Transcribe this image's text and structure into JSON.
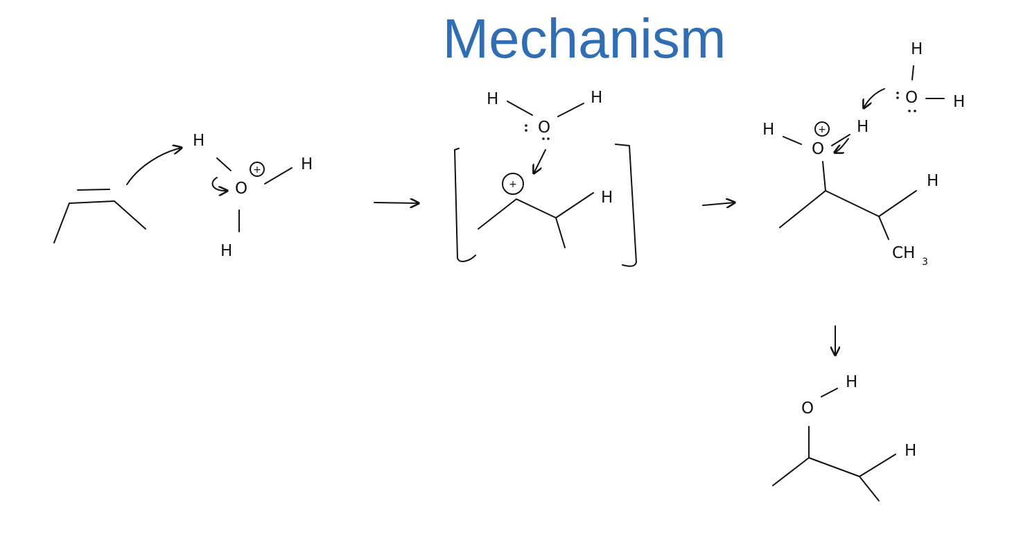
{
  "slide": {
    "title": "Mechanism",
    "title_color": "#2f6db5"
  },
  "stage1": {
    "h_transfer": "H",
    "oxonium_o": "O",
    "oxonium_h_right": "H",
    "oxonium_h_bottom": "H",
    "charge": "+"
  },
  "stage2": {
    "water_h_left": "H",
    "water_o": "O",
    "water_h_right": "H",
    "carbocation_charge": "+",
    "carbon_h": "H"
  },
  "stage3": {
    "base_h_top": "H",
    "base_o": "O",
    "base_h_right": "H",
    "protonated_h_left": "H",
    "protonated_o": "O",
    "protonated_h_right": "H",
    "protonated_charge": "+",
    "carbon_h": "H",
    "methyl": "CH",
    "methyl_sub": "3"
  },
  "product": {
    "o": "O",
    "oh_h": "H",
    "carbon_h": "H"
  }
}
